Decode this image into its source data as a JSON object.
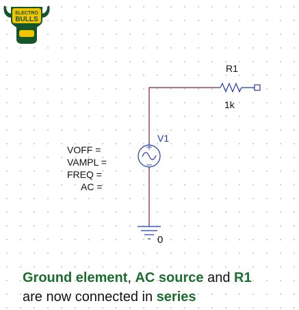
{
  "logo": {
    "line1": "ELECTRO",
    "line2": "BULLS",
    "color_primary": "#14562a",
    "color_accent": "#f2c400"
  },
  "schematic": {
    "resistor": {
      "name": "R1",
      "value": "1k"
    },
    "source": {
      "name": "V1",
      "params": [
        "VOFF =",
        "VAMPL =",
        "FREQ =",
        "AC ="
      ]
    },
    "ground": {
      "label": "0"
    },
    "wire_color": "#8b1a3a",
    "part_color": "#1f3bb0"
  },
  "caption": {
    "ground_element": "Ground element",
    "comma": ", ",
    "ac_source": "AC source",
    "and": " and ",
    "r1": "R1",
    "line2_prefix": "are now connected in ",
    "series": "series",
    "highlight_color": "#1b6e2e"
  }
}
